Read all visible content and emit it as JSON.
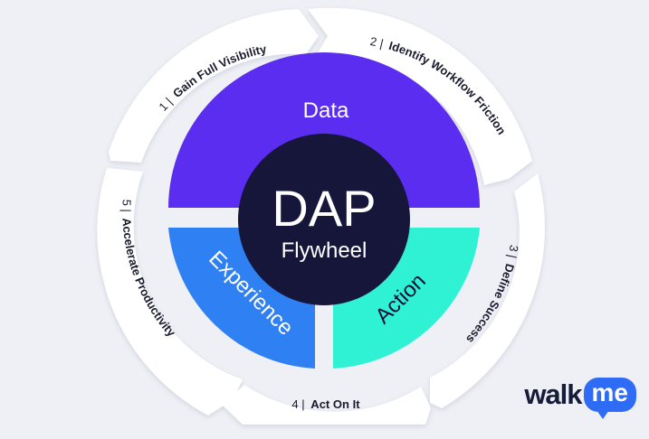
{
  "hub": {
    "title": "DAP",
    "subtitle": "Flywheel"
  },
  "segments": [
    {
      "id": "data",
      "label": "Data",
      "color": "#5b2df0"
    },
    {
      "id": "experience",
      "label": "Experience",
      "color": "#2f80f2"
    },
    {
      "id": "action",
      "label": "Action",
      "color": "#2ff2d4"
    }
  ],
  "steps": [
    {
      "num": "1 |",
      "label": "Gain Full Visibility"
    },
    {
      "num": "2 |",
      "label": "Identify Workflow Friction"
    },
    {
      "num": "3 |",
      "label": "Define Success"
    },
    {
      "num": "4 |",
      "label": "Act On It"
    },
    {
      "num": "5 |",
      "label": "Accelerate Productivity"
    }
  ],
  "logo": {
    "word": "walk",
    "bubble": "me"
  },
  "colors": {
    "background": "#eef0f5",
    "hub": "#15163a",
    "ring": "#ffffff"
  }
}
